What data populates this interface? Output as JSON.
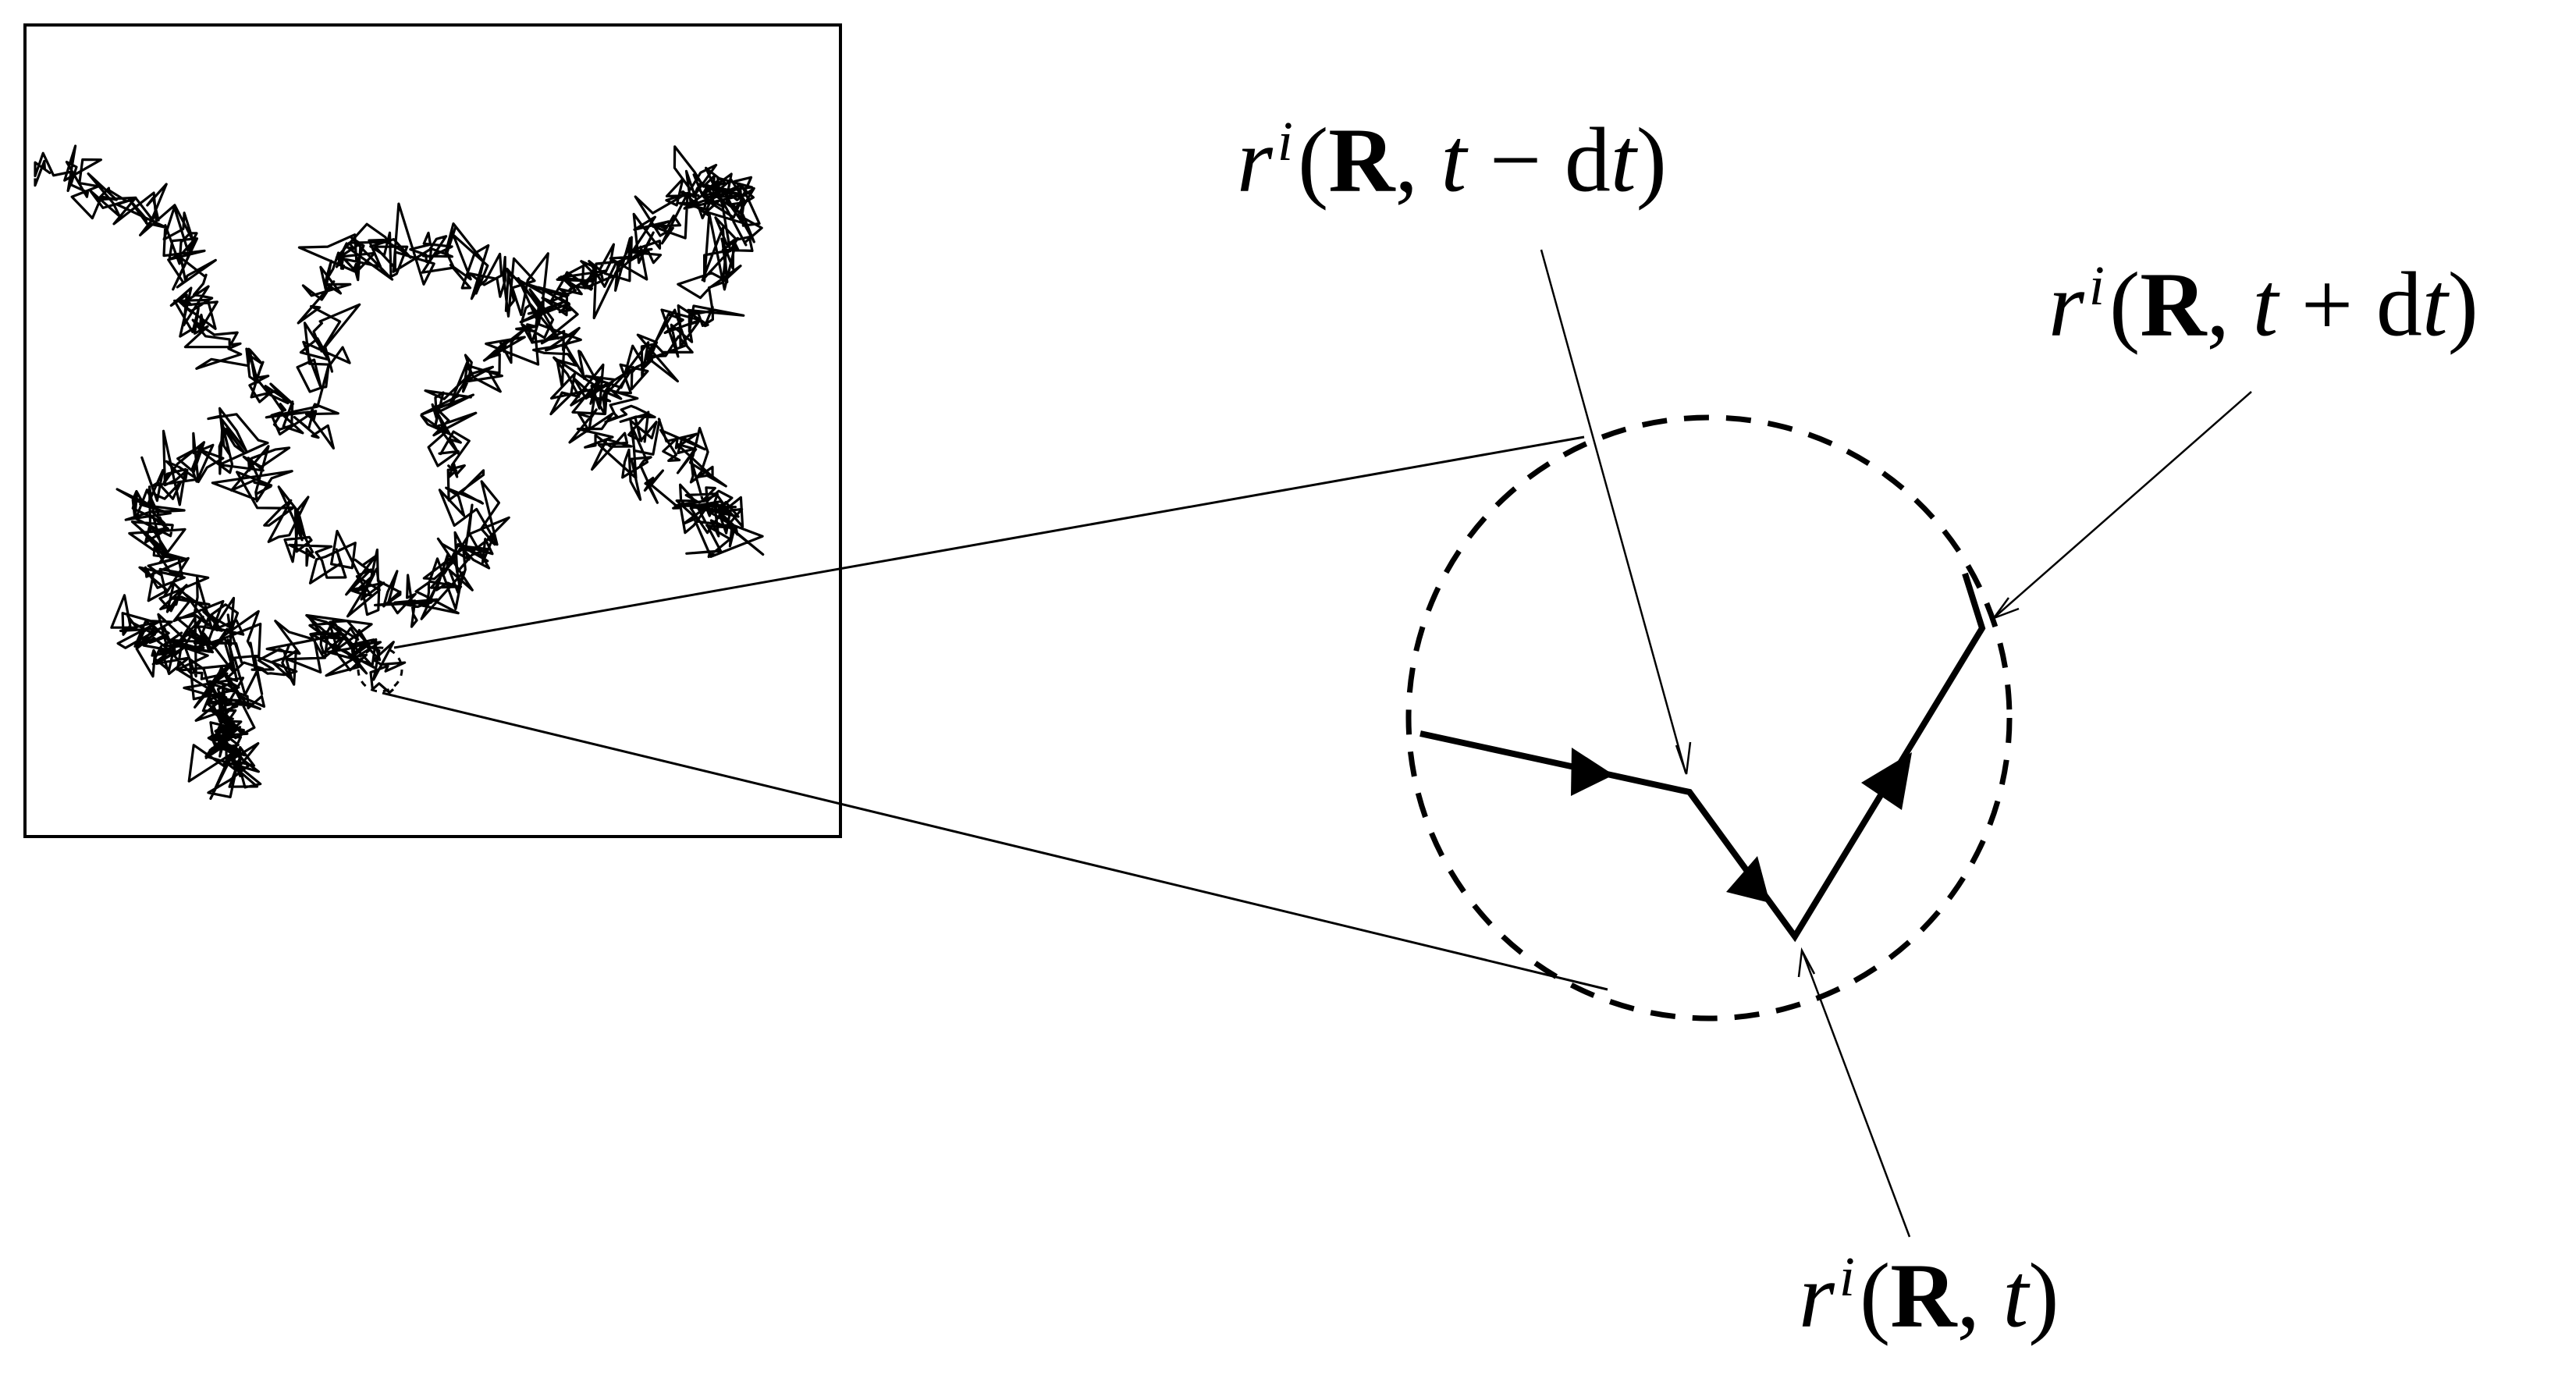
{
  "labels": {
    "prev": {
      "r": "r",
      "sup": "i",
      "open": "(",
      "R": "R",
      "rest1": ", ",
      "t": "t",
      "op": " − ",
      "d": "d",
      "t2": "t",
      "close": ")"
    },
    "next": {
      "r": "r",
      "sup": "i",
      "open": "(",
      "R": "R",
      "rest1": ", ",
      "t": "t",
      "op": " + ",
      "d": "d",
      "t2": "t",
      "close": ")"
    },
    "cur": {
      "r": "r",
      "sup": "i",
      "open": "(",
      "R": "R",
      "rest1": ", ",
      "t": "t",
      "close": ")"
    }
  }
}
